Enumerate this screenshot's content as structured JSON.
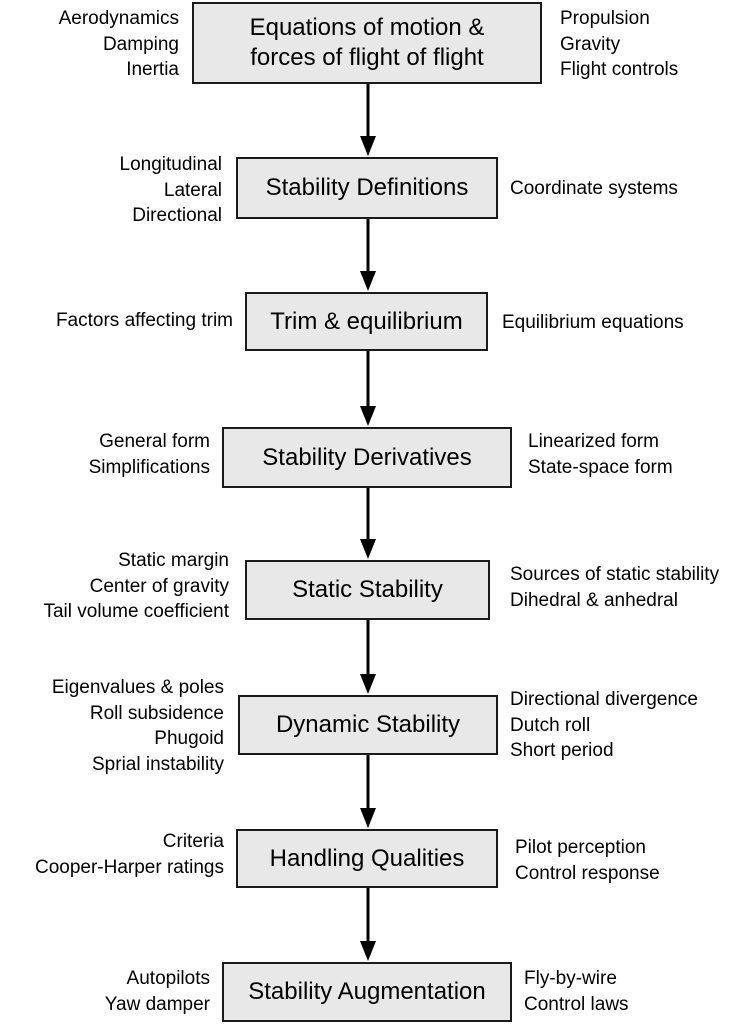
{
  "colors": {
    "box_fill": "#e8e8e8",
    "box_border": "#1a1a1a",
    "arrow": "#000000",
    "text": "#000000"
  },
  "steps": [
    {
      "id": "equations",
      "title": [
        "Equations of motion &",
        "forces of flight of flight"
      ],
      "left": [
        "Aerodynamics",
        "Damping",
        "Inertia"
      ],
      "right": [
        "Propulsion",
        "Gravity",
        "Flight controls"
      ]
    },
    {
      "id": "definitions",
      "title": [
        "Stability Definitions"
      ],
      "left": [
        "Longitudinal",
        "Lateral",
        "Directional"
      ],
      "right": [
        "Coordinate systems"
      ]
    },
    {
      "id": "trim",
      "title": [
        "Trim & equilibrium"
      ],
      "left": [
        "Factors affecting trim"
      ],
      "right": [
        "Equilibrium equations"
      ]
    },
    {
      "id": "derivatives",
      "title": [
        "Stability Derivatives"
      ],
      "left": [
        "General form",
        "Simplifications"
      ],
      "right": [
        "Linearized form",
        "State-space form"
      ]
    },
    {
      "id": "static",
      "title": [
        "Static Stability"
      ],
      "left": [
        "Static margin",
        "Center of gravity",
        "Tail volume coefficient"
      ],
      "right": [
        "Sources of static stability",
        "Dihedral & anhedral"
      ]
    },
    {
      "id": "dynamic",
      "title": [
        "Dynamic Stability"
      ],
      "left": [
        "Eigenvalues & poles",
        "Roll subsidence",
        "Phugoid",
        "Sprial instability"
      ],
      "right": [
        "Directional divergence",
        "Dutch roll",
        "Short period"
      ]
    },
    {
      "id": "handling",
      "title": [
        "Handling Qualities"
      ],
      "left": [
        "Criteria",
        "Cooper-Harper ratings"
      ],
      "right": [
        "Pilot perception",
        "Control response"
      ]
    },
    {
      "id": "augmentation",
      "title": [
        "Stability Augmentation"
      ],
      "left": [
        "Autopilots",
        "Yaw damper"
      ],
      "right": [
        "Fly-by-wire",
        "Control laws"
      ]
    }
  ]
}
